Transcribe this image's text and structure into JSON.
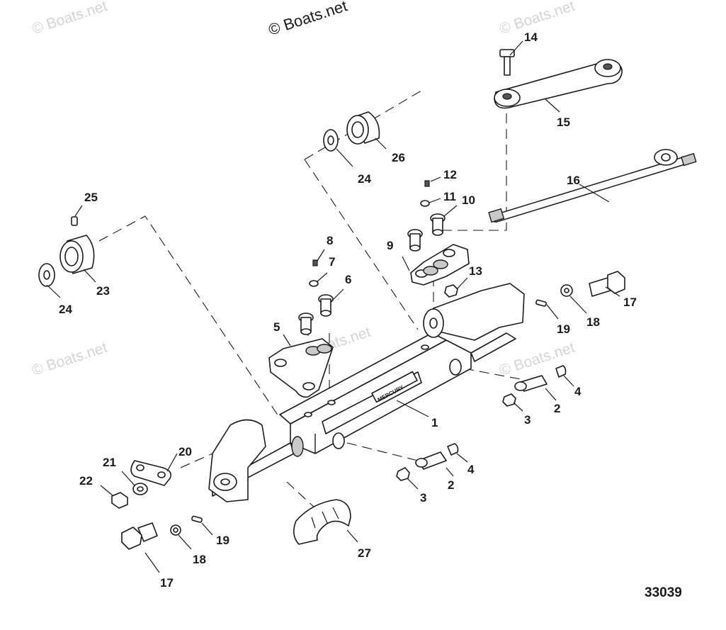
{
  "copyright": "© Boats.net",
  "watermark": "© Boats.net",
  "figure_number": "33039",
  "brand_label": "MERCURY",
  "callouts": {
    "c1": "1",
    "c2a": "2",
    "c2b": "2",
    "c3a": "3",
    "c3b": "3",
    "c4a": "4",
    "c4b": "4",
    "c5": "5",
    "c6": "6",
    "c7": "7",
    "c8": "8",
    "c9": "9",
    "c10": "10",
    "c11": "11",
    "c12": "12",
    "c13": "13",
    "c14": "14",
    "c15": "15",
    "c16": "16",
    "c17a": "17",
    "c17b": "17",
    "c18a": "18",
    "c18b": "18",
    "c19a": "19",
    "c19b": "19",
    "c20": "20",
    "c21": "21",
    "c22": "22",
    "c23": "23",
    "c24a": "24",
    "c24b": "24",
    "c25": "25",
    "c26": "26",
    "c27": "27"
  }
}
